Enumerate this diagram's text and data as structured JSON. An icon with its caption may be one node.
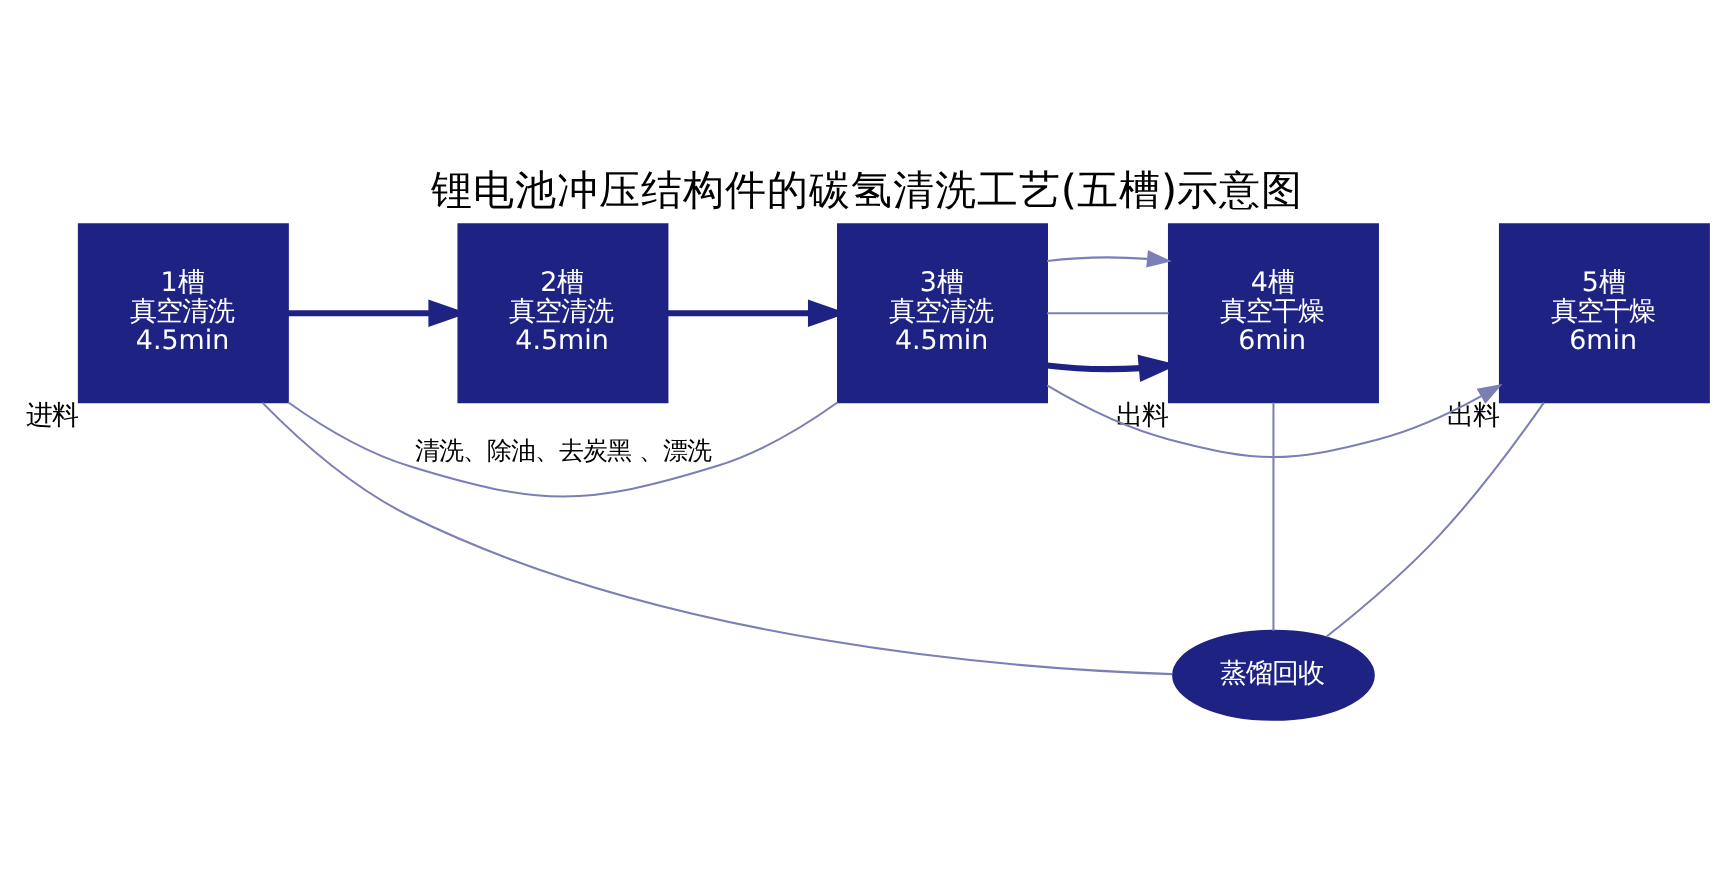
{
  "diagram": {
    "title": "锂电池冲压结构件的碳氢清洗工艺(五槽)示意图",
    "nodes": [
      {
        "text": [
          "1槽",
          "真空清洗",
          "4.5min"
        ],
        "beside": [
          "进料"
        ]
      },
      {
        "text": [
          "2槽",
          "真空清洗",
          "4.5min"
        ]
      },
      {
        "text": [
          "3槽",
          "真空清洗",
          "4.5min"
        ]
      },
      {
        "text": [
          "4槽",
          "真空干燥",
          "6min"
        ],
        "beside": [
          "出料"
        ]
      },
      {
        "text": [
          "5槽",
          "真空干燥",
          "6min"
        ],
        "beside": [
          "出料"
        ]
      },
      {
        "text": [
          "蒸馏回收"
        ]
      }
    ],
    "edges": [
      {
        "from": 0,
        "to": 5,
        "arrow": "none"
      },
      {
        "from": 0,
        "to": 2,
        "arrow": "none",
        "label": "清洗、除油、去炭黑 、漂洗"
      },
      {
        "from": 0,
        "to": 1,
        "arrow": "to",
        "style": "thick",
        "color": "#1e2283"
      },
      {
        "from": 1,
        "to": 2,
        "arrow": "to",
        "style": "thick",
        "color": "#1e2283"
      },
      {
        "from": 2,
        "to": 3,
        "arrow": "to",
        "style": "thick",
        "color": "#1e2283"
      },
      {
        "from": 2,
        "to": 3,
        "arrow": "none"
      },
      {
        "from": 5,
        "to": 3,
        "arrow": "none"
      },
      {
        "from": 5,
        "to": 4,
        "arrow": "none"
      },
      {
        "from": 2,
        "to": 3,
        "arrow": "to"
      },
      {
        "from": 2,
        "to": 4,
        "arrow": "to"
      }
    ]
  }
}
